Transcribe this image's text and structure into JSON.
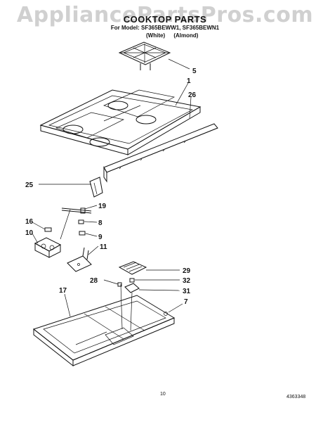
{
  "watermark": "AppliancePartsPros.com",
  "header": {
    "title": "COOKTOP PARTS",
    "model_line": "For Model: SF365BEWW1, SF365BEWN1",
    "colors": [
      "(White)",
      "(Almond)"
    ]
  },
  "callouts": {
    "c5": "5",
    "c1": "1",
    "c26": "26",
    "c25": "25",
    "c19": "19",
    "c16": "16",
    "c8": "8",
    "c10": "10",
    "c9": "9",
    "c11": "11",
    "c29": "29",
    "c28": "28",
    "c32": "32",
    "c31": "31",
    "c17": "17",
    "c7": "7"
  },
  "footer": {
    "page_number": "10",
    "doc_number": "4363348"
  }
}
